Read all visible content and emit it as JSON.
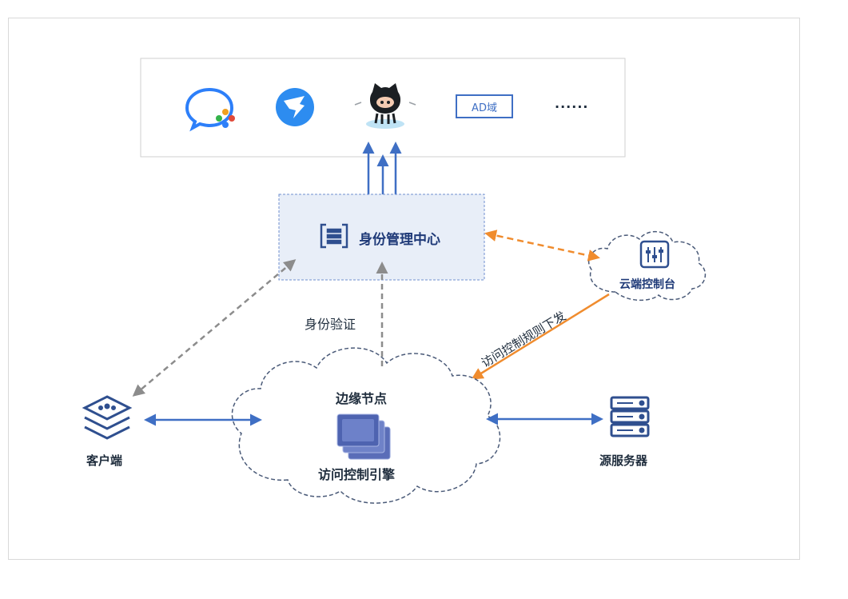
{
  "providers": {
    "icons": [
      "wechat-work-icon",
      "dingtalk-icon",
      "github-icon"
    ],
    "ad_label": "AD域",
    "more": "......"
  },
  "identity_center": {
    "label": "身份管理中心"
  },
  "auth_label": "身份验证",
  "cloud_console": {
    "label": "云端控制台"
  },
  "rule_label": "访问控制规则下发",
  "edge_node": {
    "title": "边缘节点",
    "engine": "访问控制引擎"
  },
  "client": {
    "label": "客户端"
  },
  "origin": {
    "label": "源服务器"
  },
  "colors": {
    "blue": "#3f6fc4",
    "orange": "#f08c2e",
    "gray": "#8c8c8c",
    "box_fill": "#e8eef8",
    "text": "#1f2d3d"
  }
}
